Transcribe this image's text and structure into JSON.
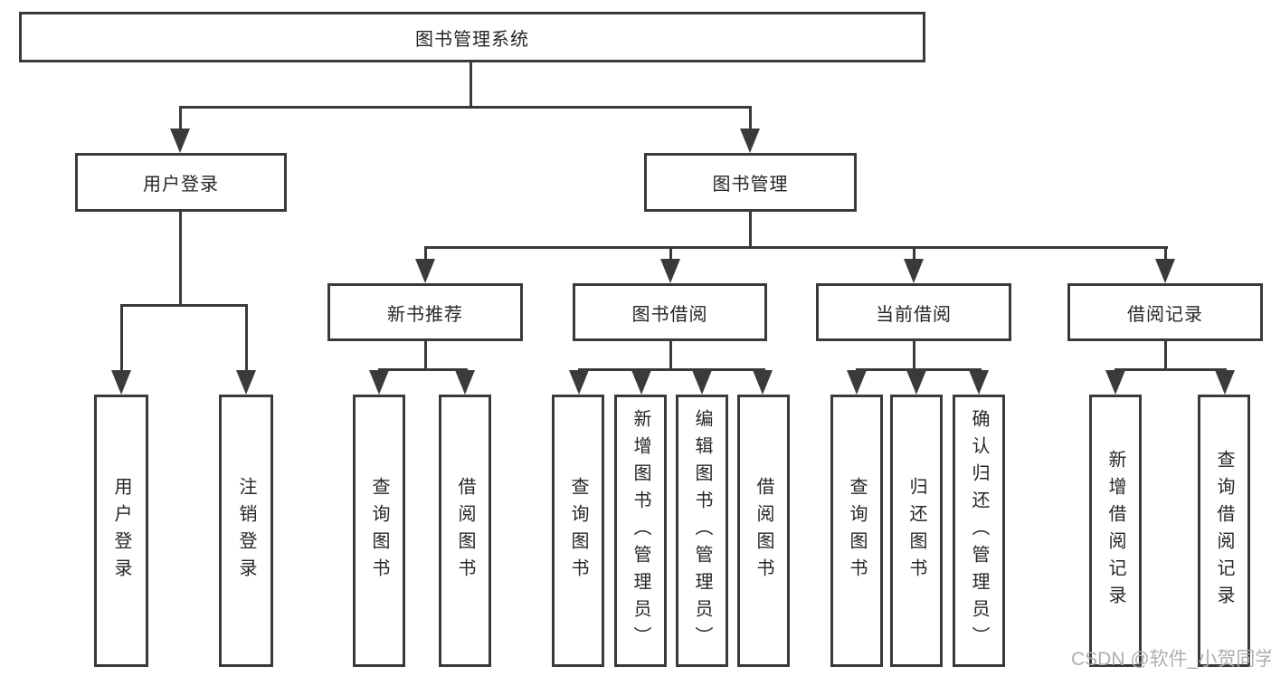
{
  "title": {
    "label": "图书管理系统"
  },
  "level2": [
    {
      "label": "用户登录"
    },
    {
      "label": "图书管理"
    }
  ],
  "level3": [
    {
      "label": "新书推荐"
    },
    {
      "label": "图书借阅"
    },
    {
      "label": "当前借阅"
    },
    {
      "label": "借阅记录"
    }
  ],
  "leaves": {
    "user_login": [
      {
        "label": "用户登录"
      },
      {
        "label": "注销登录"
      }
    ],
    "new_books": [
      {
        "label": "查询图书"
      },
      {
        "label": "借阅图书"
      }
    ],
    "book_borrow": [
      {
        "label": "查询图书"
      },
      {
        "label": "新增图书（管理员）"
      },
      {
        "label": "编辑图书（管理员）"
      },
      {
        "label": "借阅图书"
      }
    ],
    "current_borrow": [
      {
        "label": "查询图书"
      },
      {
        "label": "归还图书"
      },
      {
        "label": "确认归还（管理员）"
      }
    ],
    "borrow_records": [
      {
        "label": "新增借阅记录"
      },
      {
        "label": "查询借阅记录"
      }
    ]
  },
  "watermark": {
    "text": "CSDN @软件_小贺同学"
  },
  "colors": {
    "line": "#3a3a3a",
    "text": "#262626",
    "background": "#ffffff",
    "watermark": "#b0aeae"
  }
}
